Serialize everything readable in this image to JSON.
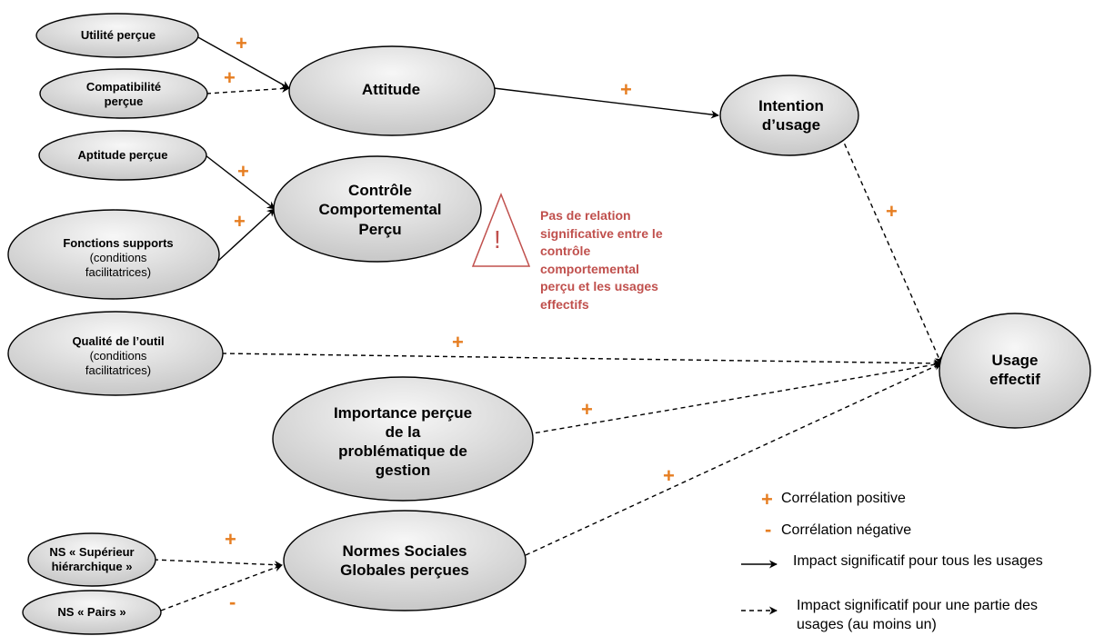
{
  "colors": {
    "node_fill_light": "#f5f5f5",
    "node_fill_dark": "#c9c9c9",
    "plus": "#e67e22",
    "warning": "#c0504d"
  },
  "nodes": {
    "utilite": {
      "line1": "Utilité perçue"
    },
    "compat": {
      "line1": "Compatibilité",
      "line2": "perçue"
    },
    "attitude": {
      "line1": "Attitude"
    },
    "intention": {
      "line1": "Intention",
      "line2": "d’usage"
    },
    "aptitude": {
      "line1": "Aptitude perçue"
    },
    "controle": {
      "line1": "Contrôle",
      "line2": "Comportemental",
      "line3": "Perçu"
    },
    "fonctions": {
      "line1": "Fonctions supports",
      "line2": "(conditions",
      "line3": "facilitatrices)"
    },
    "qualite": {
      "line1": "Qualité de l’outil",
      "line2": "(conditions",
      "line3": "facilitatrices)"
    },
    "usage": {
      "line1": "Usage",
      "line2": "effectif"
    },
    "importance": {
      "line1": "Importance perçue",
      "line2": "de la",
      "line3": "problématique de",
      "line4": "gestion"
    },
    "normes": {
      "line1": "Normes Sociales",
      "line2": "Globales perçues"
    },
    "ns_sup": {
      "line1": "NS « Supérieur",
      "line2": "hiérarchique »"
    },
    "ns_pairs": {
      "line1": "NS « Pairs »"
    }
  },
  "relation_signs": {
    "utilite_attitude": "+",
    "compat_attitude": "+",
    "attitude_intention": "+",
    "aptitude_controle": "+",
    "fonctions_controle": "+",
    "intention_usage": "+",
    "qualite_usage": "+",
    "importance_usage": "+",
    "normes_usage": "+",
    "ns_sup_normes": "+",
    "ns_pairs_normes": "-"
  },
  "warning": {
    "icon": "warning-triangle-icon",
    "symbol": "!",
    "text": "Pas de relation significative entre le contrôle comportemental perçu et les usages effectifs"
  },
  "legend": {
    "positive_symbol": "+",
    "positive_label": "Corrélation positive",
    "negative_symbol": "-",
    "negative_label": "Corrélation négative",
    "solid_label": "Impact significatif pour tous les usages",
    "dashed_label": "Impact significatif pour une partie des usages (au moins un)"
  }
}
